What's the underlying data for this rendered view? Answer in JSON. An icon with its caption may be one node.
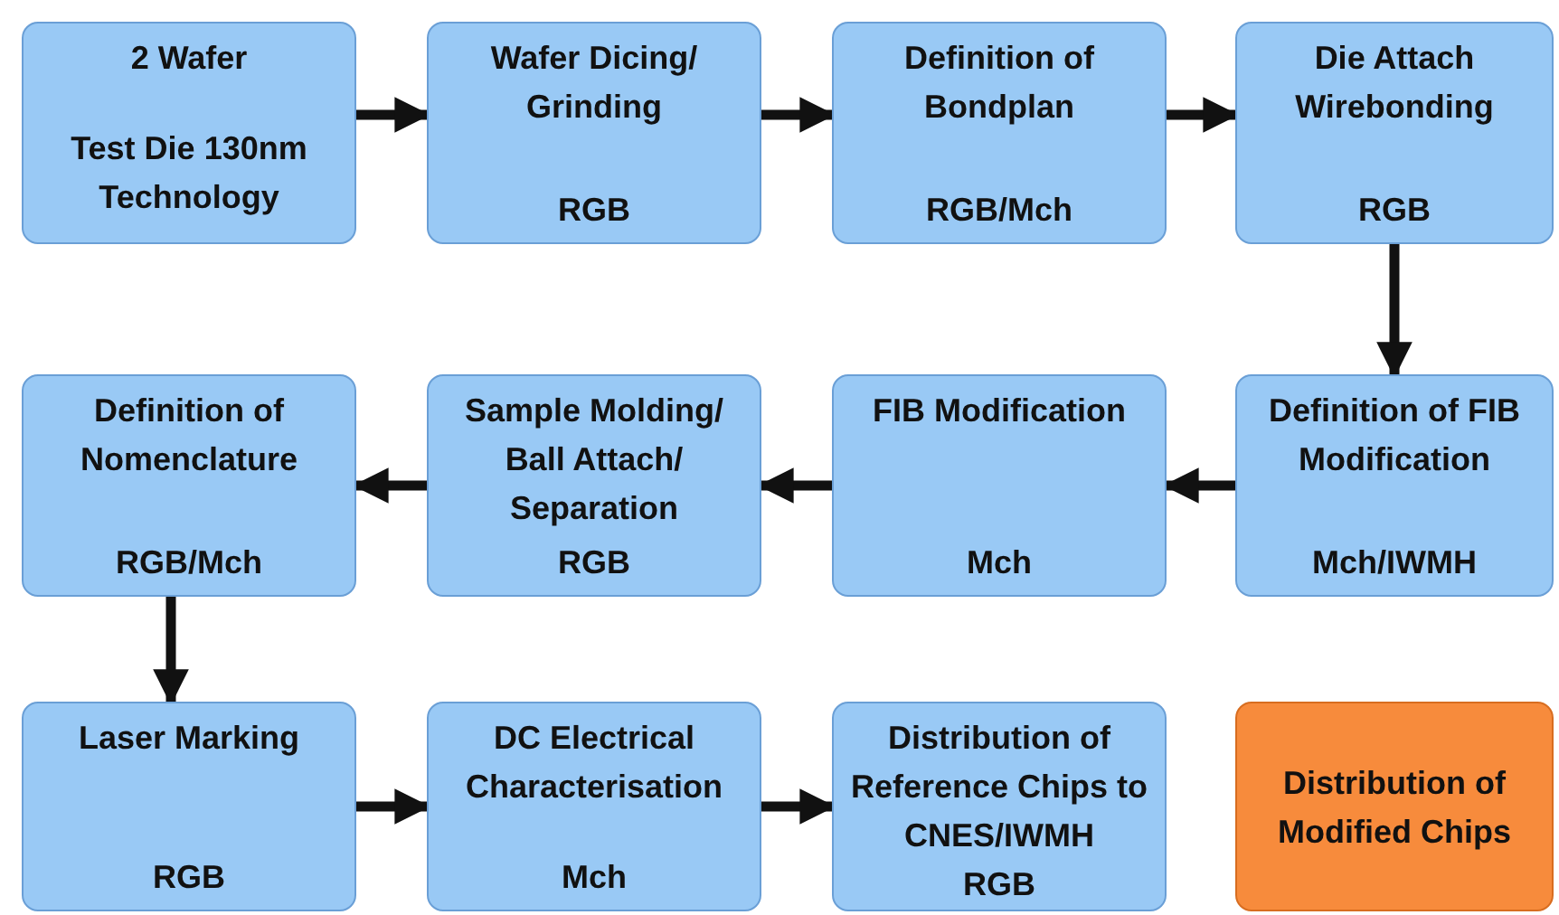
{
  "diagram": {
    "nodes": [
      {
        "text": [
          "2 Wafer",
          "Test Die 130nm Technology"
        ]
      },
      {
        "text": [
          "Wafer Dicing/ Grinding",
          "RGB"
        ]
      },
      {
        "text": [
          "Definition of Bondplan",
          "RGB/Mch"
        ]
      },
      {
        "text": [
          "Die Attach Wirebonding",
          "RGB"
        ]
      },
      {
        "text": [
          "Definition of Nomenclature",
          "RGB/Mch"
        ]
      },
      {
        "text": [
          "Sample Molding/ Ball Attach/ Separation",
          "RGB"
        ]
      },
      {
        "text": [
          "FIB Modification",
          "Mch"
        ]
      },
      {
        "text": [
          "Definition of FIB Modification",
          "Mch/IWMH"
        ]
      },
      {
        "text": [
          "Laser Marking",
          "RGB"
        ]
      },
      {
        "text": [
          "DC Electrical Characterisation",
          "Mch"
        ]
      },
      {
        "text": [
          "Distribution of Reference Chips to CNES/IWMH",
          "RGB"
        ]
      },
      {
        "text": [
          "Distribution of Modified Chips"
        ]
      }
    ],
    "edges": [
      {
        "from": 0,
        "to": 1,
        "arrow": "to"
      },
      {
        "from": 1,
        "to": 2,
        "arrow": "to"
      },
      {
        "from": 2,
        "to": 3,
        "arrow": "to"
      },
      {
        "from": 3,
        "to": 7,
        "arrow": "to"
      },
      {
        "from": 7,
        "to": 6,
        "arrow": "to"
      },
      {
        "from": 6,
        "to": 5,
        "arrow": "to"
      },
      {
        "from": 5,
        "to": 4,
        "arrow": "to"
      },
      {
        "from": 4,
        "to": 8,
        "arrow": "to"
      },
      {
        "from": 8,
        "to": 9,
        "arrow": "to"
      },
      {
        "from": 9,
        "to": 10,
        "arrow": "to"
      }
    ]
  }
}
